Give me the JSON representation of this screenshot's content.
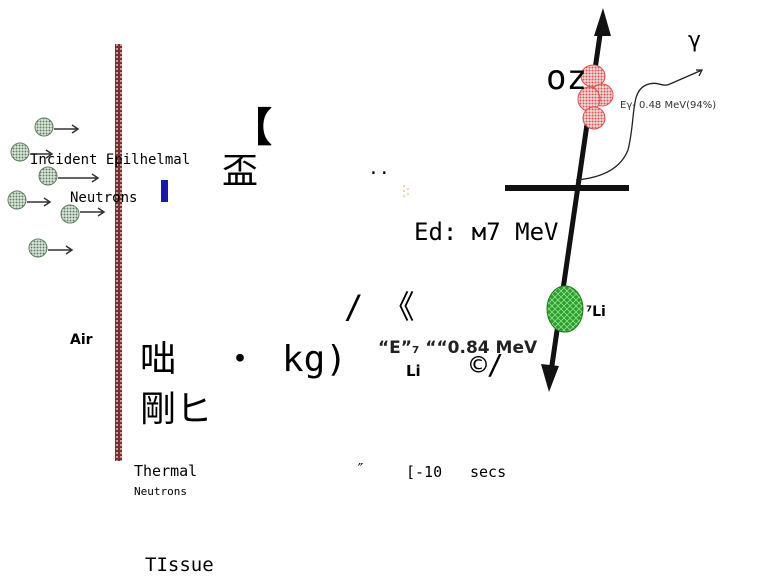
{
  "labels": {
    "incident_line1": "Incident Epilhelmal",
    "incident_line2": "Neutrons",
    "air": "Air",
    "bracket_glyph": "【",
    "cjk_glyph": "盃",
    "dots": "..",
    "oz": "oz",
    "gamma_symbol": "γ",
    "gamma_energy": "Eγ- 0.48 MeV(94%)",
    "ed_energy": "Ed: м7 MeV",
    "slash_glyphs": "/ 《",
    "li7": "⁷Li",
    "garbled_line1_a": "咄",
    "garbled_line1_b": "・",
    "garbled_line1_c": "kg)",
    "e7li_energy": "“E”₇ ““0.84 MeV",
    "li_sub": "Li",
    "copyright_glyph": "©/",
    "garbled_line2": "剛ヒ",
    "thermal_line1": "Thermal",
    "thermal_line2": "Neutrons",
    "time_quote": "″",
    "time_value": "[-10",
    "time_unit": "secs",
    "tissue": "TIssue"
  },
  "colors": {
    "wall": "#7a3030",
    "neutron": "#6a8f6a",
    "li7_nucleus": "#2aa02a",
    "alpha_nucleus": "#d9534f",
    "marker_blue": "#1a1aa8",
    "axis": "#111111"
  }
}
